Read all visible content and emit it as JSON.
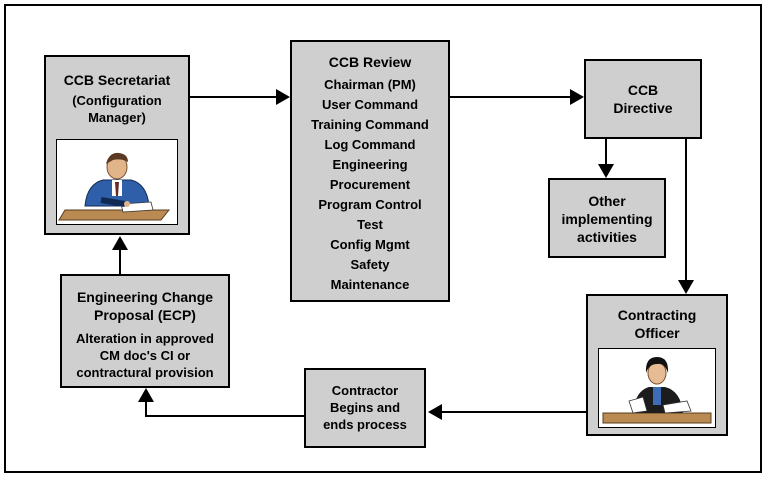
{
  "secretariat": {
    "title": "CCB Secretariat",
    "lines": [
      "(Configuration",
      "Manager)"
    ],
    "figure_icon": "man-writing-at-desk-icon"
  },
  "review": {
    "title": "CCB Review",
    "members": [
      "Chairman (PM)",
      "User Command",
      "Training Command",
      "Log Command",
      "Engineering",
      "Procurement",
      "Program Control",
      "Test",
      "Config Mgmt",
      "Safety",
      "Maintenance"
    ]
  },
  "directive": {
    "lines": [
      "CCB",
      "Directive"
    ]
  },
  "other": {
    "lines": [
      "Other",
      "implementing",
      "activities"
    ]
  },
  "officer": {
    "lines": [
      "Contracting",
      "Officer"
    ],
    "figure_icon": "woman-reading-at-desk-icon"
  },
  "contractor": {
    "lines": [
      "Contractor",
      "Begins and",
      "ends process"
    ]
  },
  "ecp": {
    "title_lines": [
      "Engineering Change",
      "Proposal (ECP)"
    ],
    "desc_lines": [
      "Alteration in approved",
      "CM doc's CI or",
      "contractural provision"
    ]
  },
  "colors": {
    "box_fill": "#cfcfcf",
    "line": "#000000"
  }
}
